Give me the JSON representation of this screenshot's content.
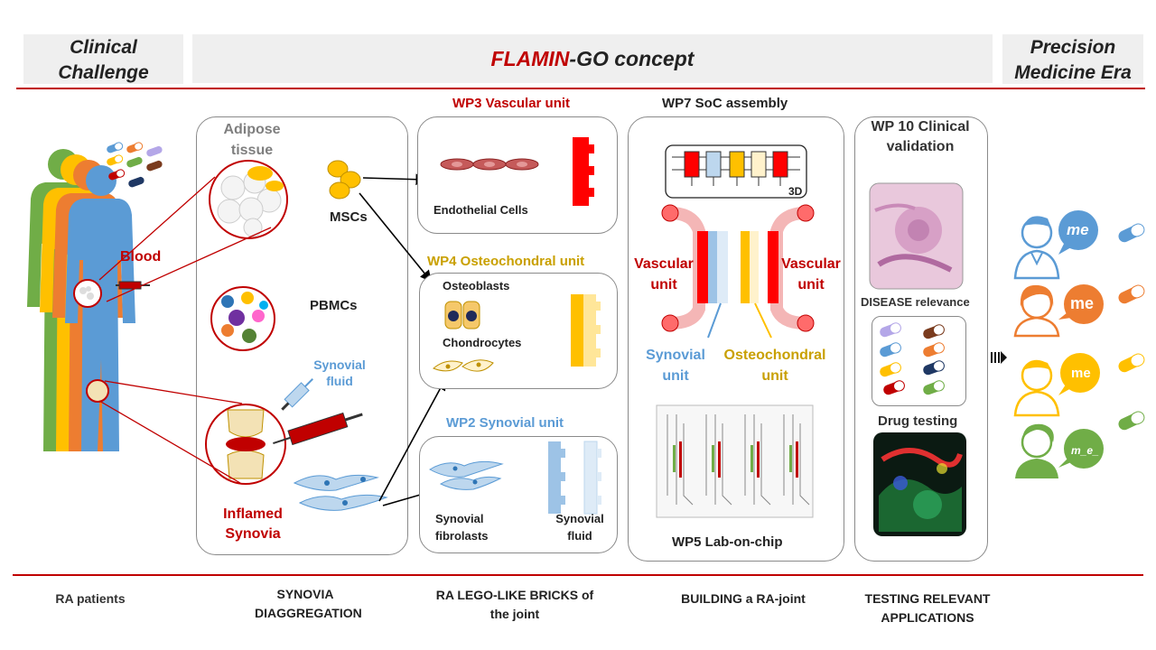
{
  "header": {
    "left": "Clinical Challenge",
    "center_prefix": "FLAMIN",
    "center_suffix": "-GO concept",
    "right": "Precision Medicine Era"
  },
  "patients": {
    "blood_label": "Blood"
  },
  "synovia_panel": {
    "adipose": "Adipose tissue",
    "mscs": "MSCs",
    "pbmcs": "PBMCs",
    "synovial_fluid": "Synovial fluid",
    "inflamed": "Inflamed Synovia"
  },
  "bricks": {
    "wp3_title": "WP3 Vascular unit",
    "endothelial": "Endothelial Cells",
    "wp4_title": "WP4 Osteochondral  unit",
    "osteoblasts": "Osteoblasts",
    "chondrocytes": "Chondrocytes",
    "wp2_title": "WP2 Synovial unit",
    "fibroblasts": "Synovial fibrolasts",
    "synovial_fluid": "Synovial fluid"
  },
  "soc": {
    "wp7_title": "WP7 SoC assembly",
    "tag_3d": "3D",
    "vascular_left": "Vascular unit",
    "vascular_right": "Vascular unit",
    "synovial": "Synovial unit",
    "osteochondral": "Osteochondral unit",
    "wp5": "WP5 Lab-on-chip"
  },
  "clinical": {
    "wp10_title": "WP 10 Clinical validation",
    "disease": "DISEASE relevance",
    "drug": "Drug testing"
  },
  "precision": {
    "bubbles": [
      "me",
      "me",
      "me",
      "m_e_"
    ]
  },
  "footer": {
    "col1": "RA patients",
    "col2": "SYNOVIA DIAGGREGATION",
    "col3": "RA LEGO-LIKE BRICKS of the joint",
    "col4": "BUILDING a RA-joint",
    "col5": "TESTING RELEVANT APPLICATIONS"
  },
  "colors": {
    "accent_red": "#c00000",
    "synovial_blue": "#5b9bd5",
    "osteo_gold": "#c9a000",
    "skin_blue": "#5b9bd5",
    "person_green": "#70ad47",
    "person_orange": "#ed7d31",
    "person_yellow": "#ffc000"
  }
}
